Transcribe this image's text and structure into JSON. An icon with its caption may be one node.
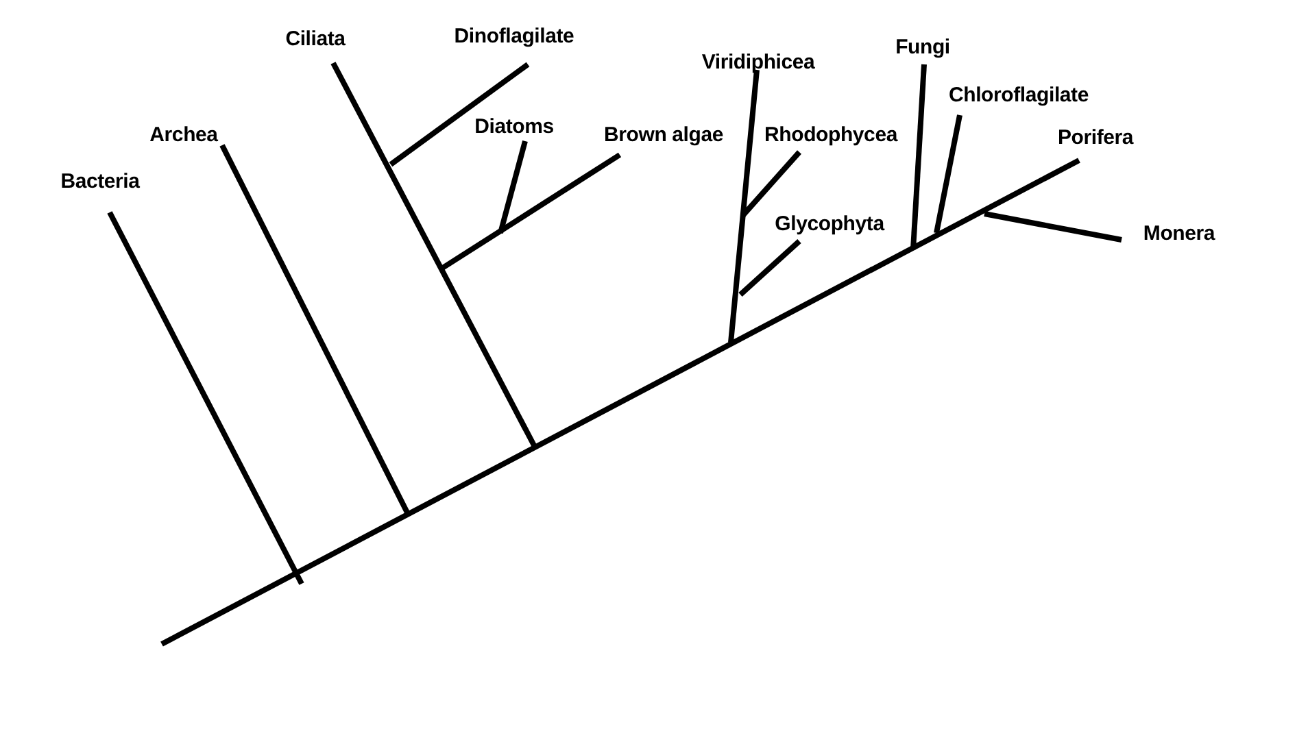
{
  "diagram": {
    "nodes": [
      {
        "text": [
          "Bacteria"
        ]
      },
      {
        "text": [
          "Archea"
        ]
      },
      {
        "text": [
          "Ciliata"
        ]
      },
      {
        "text": [
          "Dinoflagilate"
        ]
      },
      {
        "text": [
          "Diatoms"
        ]
      },
      {
        "text": [
          "Brown algae"
        ]
      },
      {
        "text": [
          "Viridiphicea"
        ]
      },
      {
        "text": [
          "Rhodophycea"
        ]
      },
      {
        "text": [
          "Glycophyta"
        ]
      },
      {
        "text": [
          "Fungi"
        ]
      },
      {
        "text": [
          "Chloroflagilate"
        ]
      },
      {
        "text": [
          "Porifera"
        ]
      },
      {
        "text": [
          "Monera"
        ]
      }
    ],
    "edges": [
      {
        "from": null,
        "to": 11,
        "arrow": "none"
      },
      {
        "from": null,
        "to": 0,
        "arrow": "none"
      },
      {
        "from": null,
        "to": 1,
        "arrow": "none"
      },
      {
        "from": null,
        "to": 2,
        "arrow": "none"
      },
      {
        "from": null,
        "to": 3,
        "arrow": "none"
      },
      {
        "from": null,
        "to": 4,
        "arrow": "none"
      },
      {
        "from": null,
        "to": 5,
        "arrow": "none"
      },
      {
        "from": null,
        "to": 6,
        "arrow": "none"
      },
      {
        "from": null,
        "to": 7,
        "arrow": "none"
      },
      {
        "from": null,
        "to": 8,
        "arrow": "none"
      },
      {
        "from": null,
        "to": 9,
        "arrow": "none"
      },
      {
        "from": null,
        "to": 10,
        "arrow": "none"
      },
      {
        "from": null,
        "to": 12,
        "arrow": "none"
      }
    ]
  }
}
